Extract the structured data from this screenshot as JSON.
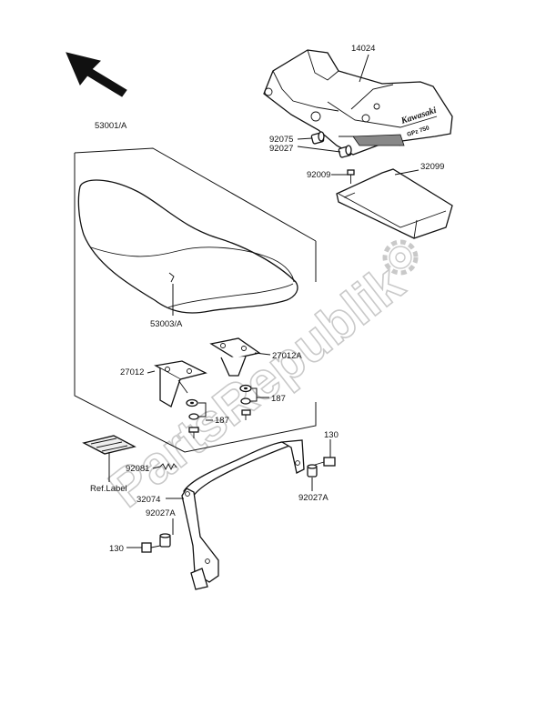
{
  "watermark": {
    "text": "PartsRepublik"
  },
  "tail_cover": {
    "brand": "Kawasaki",
    "model": "GPz 750"
  },
  "labels": {
    "p14024": "14024",
    "p53001A": "53001/A",
    "p92075": "92075",
    "p92027": "92027",
    "p92009": "92009",
    "p32099": "32099",
    "p53003A": "53003/A",
    "p27012A": "27012A",
    "p27012": "27012",
    "p187a": "187",
    "p187b": "187",
    "p130a": "130",
    "p92081": "92081",
    "pRefLabel": "Ref.Label",
    "p32074": "32074",
    "p92027Aa": "92027A",
    "p92027Ab": "92027A",
    "p130b": "130"
  }
}
